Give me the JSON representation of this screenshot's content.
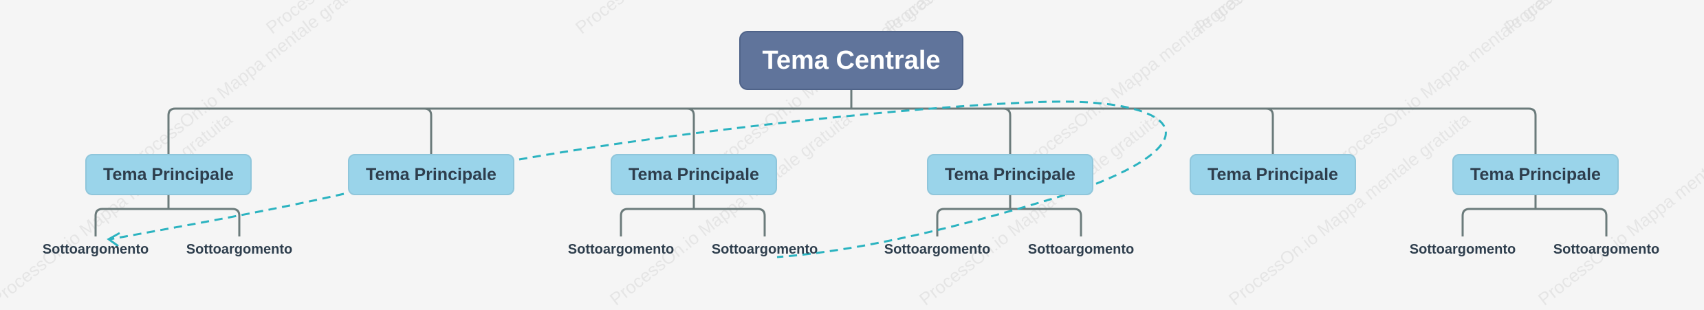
{
  "central_topic": "Tema Centrale",
  "main_topics": [
    {
      "label": "Tema Principale",
      "subtopics": [
        "Sottoargomento",
        "Sottoargomento"
      ]
    },
    {
      "label": "Tema Principale",
      "subtopics": []
    },
    {
      "label": "Tema Principale",
      "subtopics": [
        "Sottoargomento",
        "Sottoargomento"
      ]
    },
    {
      "label": "Tema Principale",
      "subtopics": [
        "Sottoargomento",
        "Sottoargomento"
      ]
    },
    {
      "label": "Tema Principale",
      "subtopics": []
    },
    {
      "label": "Tema Principale",
      "subtopics": [
        "Sottoargomento",
        "Sottoargomento"
      ]
    }
  ],
  "watermark": "ProcessOn.io Mappa mentale gratuita",
  "colors": {
    "background": "#f5f5f5",
    "central_fill": "#60749b",
    "main_topic_fill": "#9ad4ea",
    "connector": "#6b7b7b",
    "relation_line": "#2bb3c0",
    "text_dark": "#2e3e4d"
  }
}
